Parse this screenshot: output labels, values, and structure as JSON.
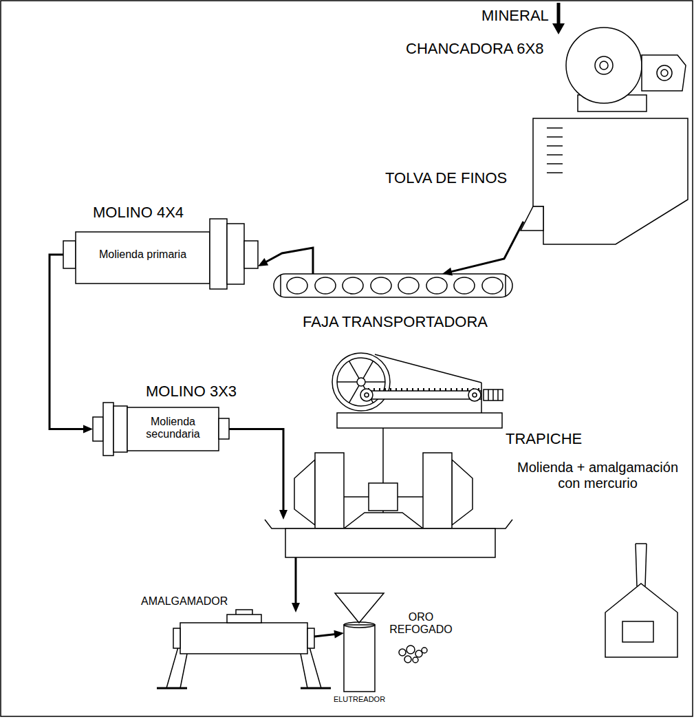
{
  "diagram": {
    "nodes": [
      {
        "text": [
          "CHANCADORA 6X8"
        ]
      },
      {
        "text": [
          "TOLVA DE FINOS"
        ]
      },
      {
        "text": [
          "MOLINO 4X4",
          "Molienda primaria"
        ]
      },
      {
        "text": [
          "FAJA TRANSPORTADORA"
        ]
      },
      {
        "text": [
          "MOLINO 3X3",
          "Molienda secundaria"
        ]
      },
      {
        "text": [
          "TRAPICHE",
          "Molienda + amalgamación con mercurio"
        ]
      },
      {
        "text": [
          "AMALGAMADOR"
        ]
      },
      {
        "text": [
          "ELUTREADOR"
        ]
      }
    ],
    "edges": [
      {
        "from": 1,
        "to": 3,
        "arrow": "to"
      },
      {
        "from": 3,
        "to": 2,
        "arrow": "to"
      },
      {
        "from": 2,
        "to": 4,
        "arrow": "to"
      },
      {
        "from": 4,
        "to": 5,
        "arrow": "to"
      },
      {
        "from": 5,
        "to": 6,
        "arrow": "to"
      },
      {
        "from": 6,
        "to": 7,
        "arrow": "to"
      }
    ],
    "labels": [
      "MINERAL",
      "ORO REFOGADO"
    ]
  }
}
